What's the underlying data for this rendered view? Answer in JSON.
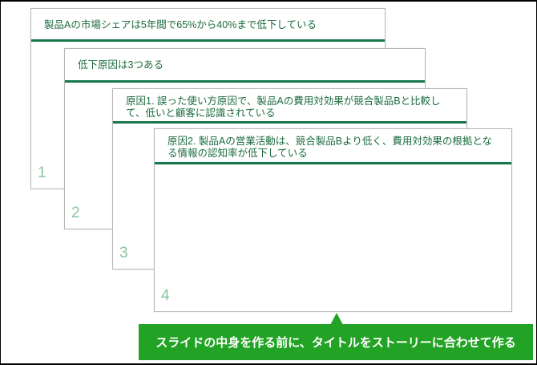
{
  "slides": [
    {
      "number": "1",
      "title": "製品Aの市場シェアは5年間で65%から40%まで低下している"
    },
    {
      "number": "2",
      "title": "低下原因は3つある"
    },
    {
      "number": "3",
      "title": "原因1. 誤った使い方原因で、製品Aの費用対効果が競合製品Bと比較して、低いと顧客に認識されている"
    },
    {
      "number": "4",
      "title": "原因2. 製品Aの営業活動は、競合製品Bより低く、費用対効果の根拠となる情報の認知率が低下している"
    }
  ],
  "callout": "スライドの中身を作る前に、タイトルをストーリーに合わせて作る",
  "colors": {
    "accent": "#23a325",
    "rule": "#17784a",
    "title": "#1b6b3d"
  }
}
